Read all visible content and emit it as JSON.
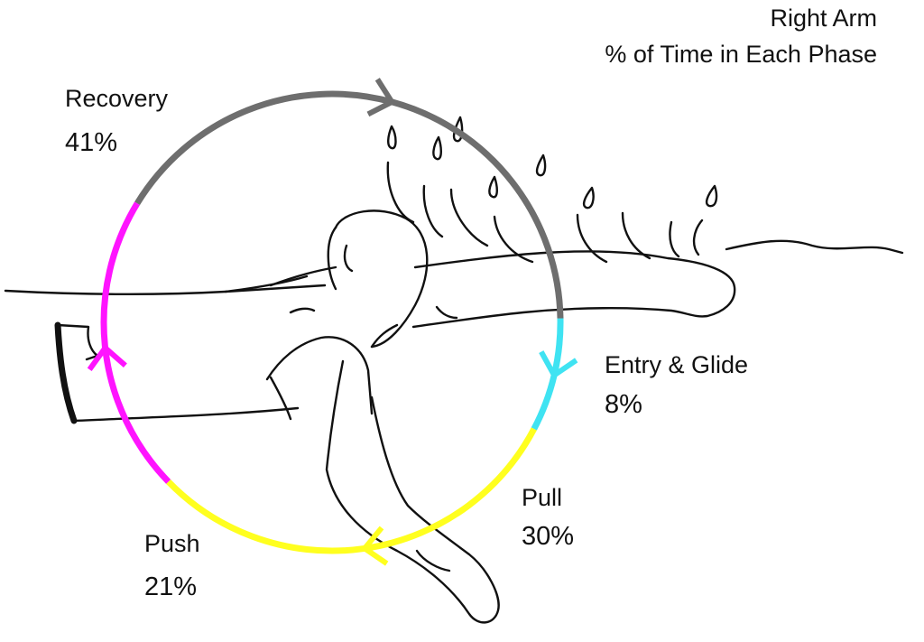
{
  "title": {
    "line1": "Right Arm",
    "line2": "% of Time in Each Phase"
  },
  "phases": [
    {
      "id": "recovery",
      "label": "Recovery",
      "percent": "41%",
      "value": 41,
      "color": "#6e6e6e"
    },
    {
      "id": "entry",
      "label": "Entry & Glide",
      "percent": "8%",
      "value": 8,
      "color": "#3fe3f2"
    },
    {
      "id": "pull",
      "label": "Pull",
      "percent": "30%",
      "value": 30,
      "color": "#ffff1f"
    },
    {
      "id": "push",
      "label": "Push",
      "percent": "21%",
      "value": 21,
      "color": "#ff14ff"
    }
  ],
  "illustration": "swimmer-sketch"
}
